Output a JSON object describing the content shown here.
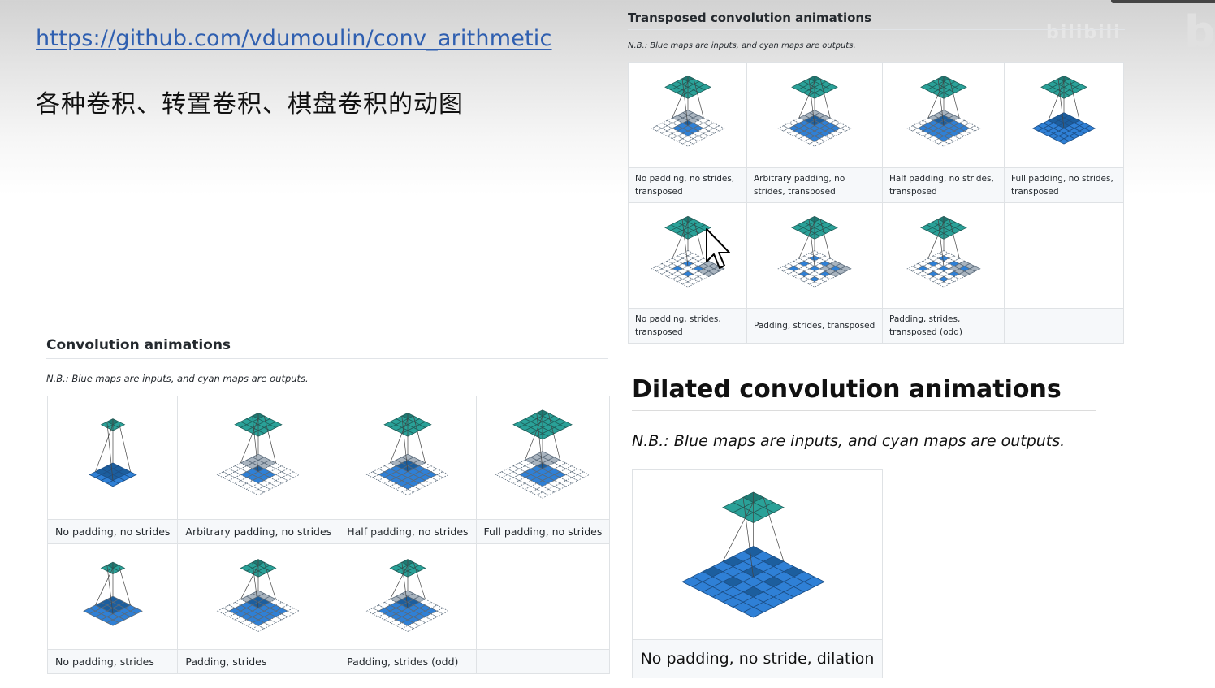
{
  "header": {
    "link": "https://github.com/vdumoulin/conv_arithmetic",
    "subtitle": "各种卷积、转置卷积、棋盘卷积的动图"
  },
  "watermark": {
    "text": "bilibili",
    "logo": "b"
  },
  "transposed": {
    "title": "Transposed convolution animations",
    "note": "N.B.: Blue maps are inputs, and cyan maps are outputs.",
    "rows": [
      [
        {
          "caption": "No padding, no strides, transposed",
          "icon": "transposed-conv-no-padding-no-strides-icon"
        },
        {
          "caption": "Arbitrary padding, no strides, transposed",
          "icon": "transposed-conv-arbitrary-padding-icon"
        },
        {
          "caption": "Half padding, no strides, transposed",
          "icon": "transposed-conv-half-padding-icon"
        },
        {
          "caption": "Full padding, no strides, transposed",
          "icon": "transposed-conv-full-padding-icon"
        }
      ],
      [
        {
          "caption": "No padding, strides, transposed",
          "icon": "transposed-conv-strides-icon"
        },
        {
          "caption": "Padding, strides, transposed",
          "icon": "transposed-conv-padding-strides-icon"
        },
        {
          "caption": "Padding, strides, transposed (odd)",
          "icon": "transposed-conv-padding-strides-odd-icon"
        },
        {
          "caption": "",
          "icon": ""
        }
      ]
    ]
  },
  "convolution": {
    "title": "Convolution animations",
    "note": "N.B.: Blue maps are inputs, and cyan maps are outputs.",
    "rows": [
      [
        {
          "caption": "No padding, no strides",
          "icon": "conv-no-padding-no-strides-icon"
        },
        {
          "caption": "Arbitrary padding, no strides",
          "icon": "conv-arbitrary-padding-icon"
        },
        {
          "caption": "Half padding, no strides",
          "icon": "conv-half-padding-icon"
        },
        {
          "caption": "Full padding, no strides",
          "icon": "conv-full-padding-icon"
        }
      ],
      [
        {
          "caption": "No padding, strides",
          "icon": "conv-no-padding-strides-icon"
        },
        {
          "caption": "Padding, strides",
          "icon": "conv-padding-strides-icon"
        },
        {
          "caption": "Padding, strides (odd)",
          "icon": "conv-padding-strides-odd-icon"
        },
        {
          "caption": "",
          "icon": ""
        }
      ]
    ]
  },
  "dilated": {
    "title": "Dilated convolution animations",
    "note": "N.B.: Blue maps are inputs, and cyan maps are outputs.",
    "caption": "No padding, no stride, dilation",
    "icon": "dilated-conv-icon"
  },
  "colors": {
    "link": "#2f5fb0",
    "input_blue": "#2f80d6",
    "output_cyan": "#2aa198",
    "highlight_dark": "#1c5e9e",
    "padding_gray": "#a9b4bf"
  }
}
